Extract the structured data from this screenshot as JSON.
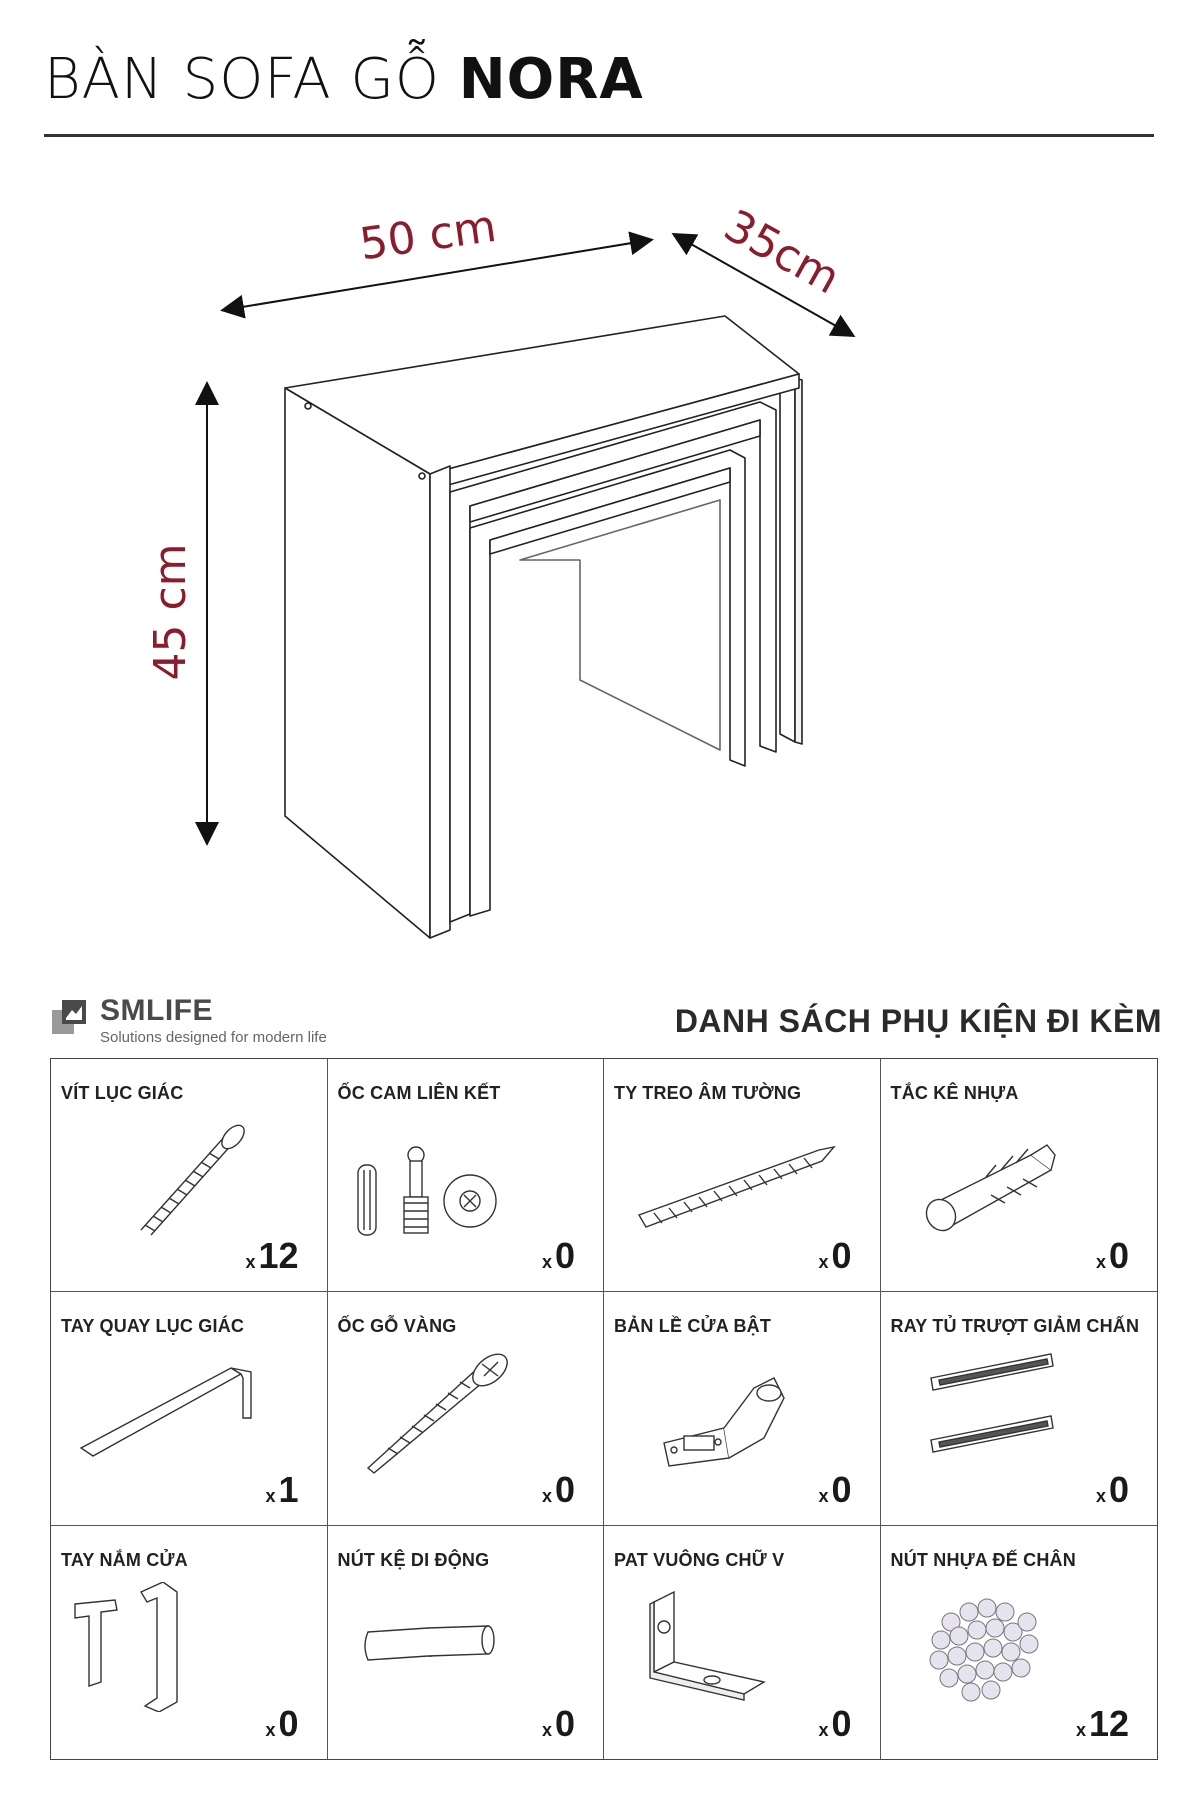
{
  "header": {
    "title_light": "BÀN SOFA GỖ",
    "title_bold": "NORA"
  },
  "dimensions": {
    "width": "50 cm",
    "depth": "35cm",
    "height": "45 cm"
  },
  "brand": {
    "name": "SMLIFE",
    "tagline": "Solutions designed for modern life"
  },
  "accessory_list": {
    "title": "DANH SÁCH PHỤ KIỆN ĐI KÈM",
    "items": [
      {
        "label": "VÍT LỤC GIÁC",
        "icon": "hex-screw-icon",
        "x": "x",
        "qty": "12"
      },
      {
        "label": "ỐC CAM LIÊN KẾT",
        "icon": "cam-lock-icon",
        "x": "x",
        "qty": "0"
      },
      {
        "label": "TY TREO ÂM TƯỜNG",
        "icon": "wall-hanger-bolt-icon",
        "x": "x",
        "qty": "0"
      },
      {
        "label": "TẮC KÊ NHỰA",
        "icon": "plastic-anchor-icon",
        "x": "x",
        "qty": "0"
      },
      {
        "label": "TAY QUAY LỤC GIÁC",
        "icon": "allen-key-icon",
        "x": "x",
        "qty": "1"
      },
      {
        "label": "ỐC GỖ VÀNG",
        "icon": "wood-screw-icon",
        "x": "x",
        "qty": "0"
      },
      {
        "label": "BẢN LỀ CỬA BẬT",
        "icon": "cabinet-hinge-icon",
        "x": "x",
        "qty": "0"
      },
      {
        "label": "RAY TỦ TRƯỢT GIẢM CHẤN",
        "icon": "drawer-slide-icon",
        "x": "x",
        "qty": "0"
      },
      {
        "label": "TAY NẮM CỬA",
        "icon": "door-handle-icon",
        "x": "x",
        "qty": "0"
      },
      {
        "label": "NÚT KỆ DI ĐỘNG",
        "icon": "shelf-pin-icon",
        "x": "x",
        "qty": "0"
      },
      {
        "label": "PAT VUÔNG CHỮ V",
        "icon": "angle-bracket-icon",
        "x": "x",
        "qty": "0"
      },
      {
        "label": "NÚT NHỰA ĐẾ CHÂN",
        "icon": "plastic-foot-pads-icon",
        "x": "x",
        "qty": "12"
      }
    ]
  }
}
